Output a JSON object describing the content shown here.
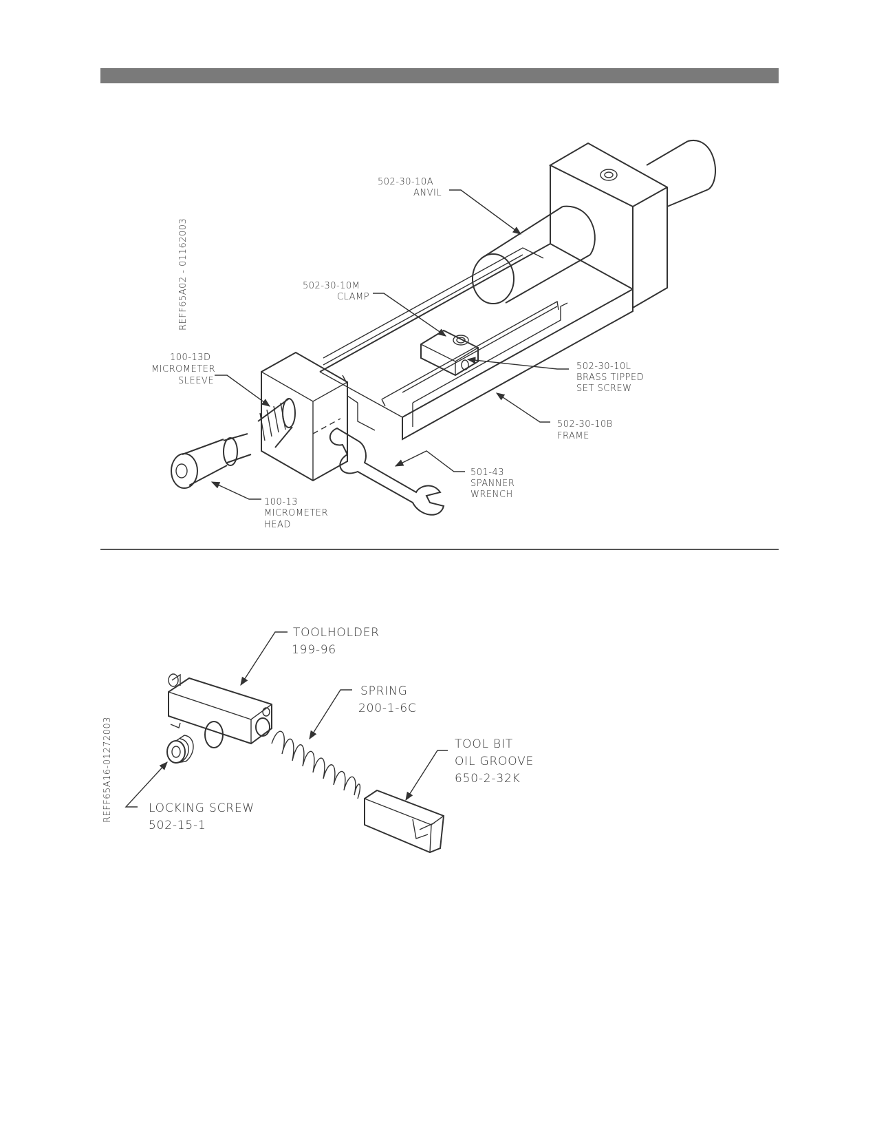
{
  "figure1": {
    "ref": "REFF65A02 - 01162003",
    "labels": {
      "anvil_num": "502-30-10A",
      "anvil_name": "ANVIL",
      "clamp_num": "502-30-10M",
      "clamp_name": "CLAMP",
      "sleeve_num": "100-13D",
      "sleeve_l1": "MICROMETER",
      "sleeve_l2": "SLEEVE",
      "setscrew_num": "502-30-10L",
      "setscrew_l1": "BRASS TIPPED",
      "setscrew_l2": "SET SCREW",
      "frame_num": "502-30-10B",
      "frame_name": "FRAME",
      "wrench_num": "501-43",
      "wrench_l1": "SPANNER",
      "wrench_l2": "WRENCH",
      "head_num": "100-13",
      "head_l1": "MICROMETER",
      "head_l2": "HEAD"
    }
  },
  "figure2": {
    "ref": "REFF65A16-01272003",
    "labels": {
      "toolholder_name": "TOOLHOLDER",
      "toolholder_num": "199-96",
      "spring_name": "SPRING",
      "spring_num": "200-1-6C",
      "toolbit_l1": "TOOL BIT",
      "toolbit_l2": "OIL GROOVE",
      "toolbit_num": "650-2-32K",
      "lockscrew_name": "LOCKING SCREW",
      "lockscrew_num": "502-15-1"
    }
  }
}
